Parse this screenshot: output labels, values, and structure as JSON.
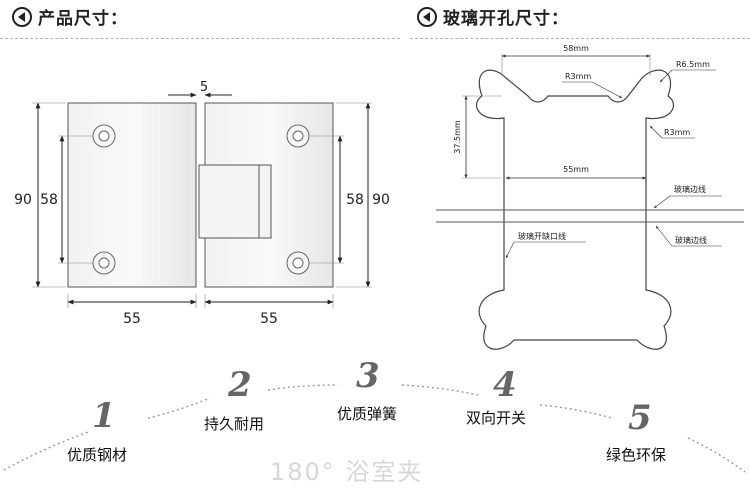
{
  "left_section": {
    "title": "产品尺寸：",
    "icon": "arrow-left-circle-icon"
  },
  "right_section": {
    "title": "玻璃开孔尺寸：",
    "icon": "arrow-left-circle-icon"
  },
  "hinge_drawing": {
    "gap": "5",
    "left_outer_height": "90",
    "left_inner_height": "58",
    "right_inner_height": "58",
    "right_outer_height": "90",
    "left_width": "55",
    "right_width": "55"
  },
  "cutout_drawing": {
    "top_width": "58mm",
    "radius_large": "R6.5mm",
    "radius_small_top": "R3mm",
    "radius_small_side": "R3mm",
    "height": "37.5mm",
    "inner_width": "55mm",
    "glass_edge_1": "玻璃边线",
    "glass_edge_2": "玻璃边线",
    "notch_line": "玻璃开缺口线"
  },
  "features": [
    {
      "num": "1",
      "label": "优质钢材"
    },
    {
      "num": "2",
      "label": "持久耐用"
    },
    {
      "num": "3",
      "label": "优质弹簧"
    },
    {
      "num": "4",
      "label": "双向开关"
    },
    {
      "num": "5",
      "label": "绿色环保"
    }
  ],
  "footer": {
    "title": "180° 浴室夹"
  }
}
